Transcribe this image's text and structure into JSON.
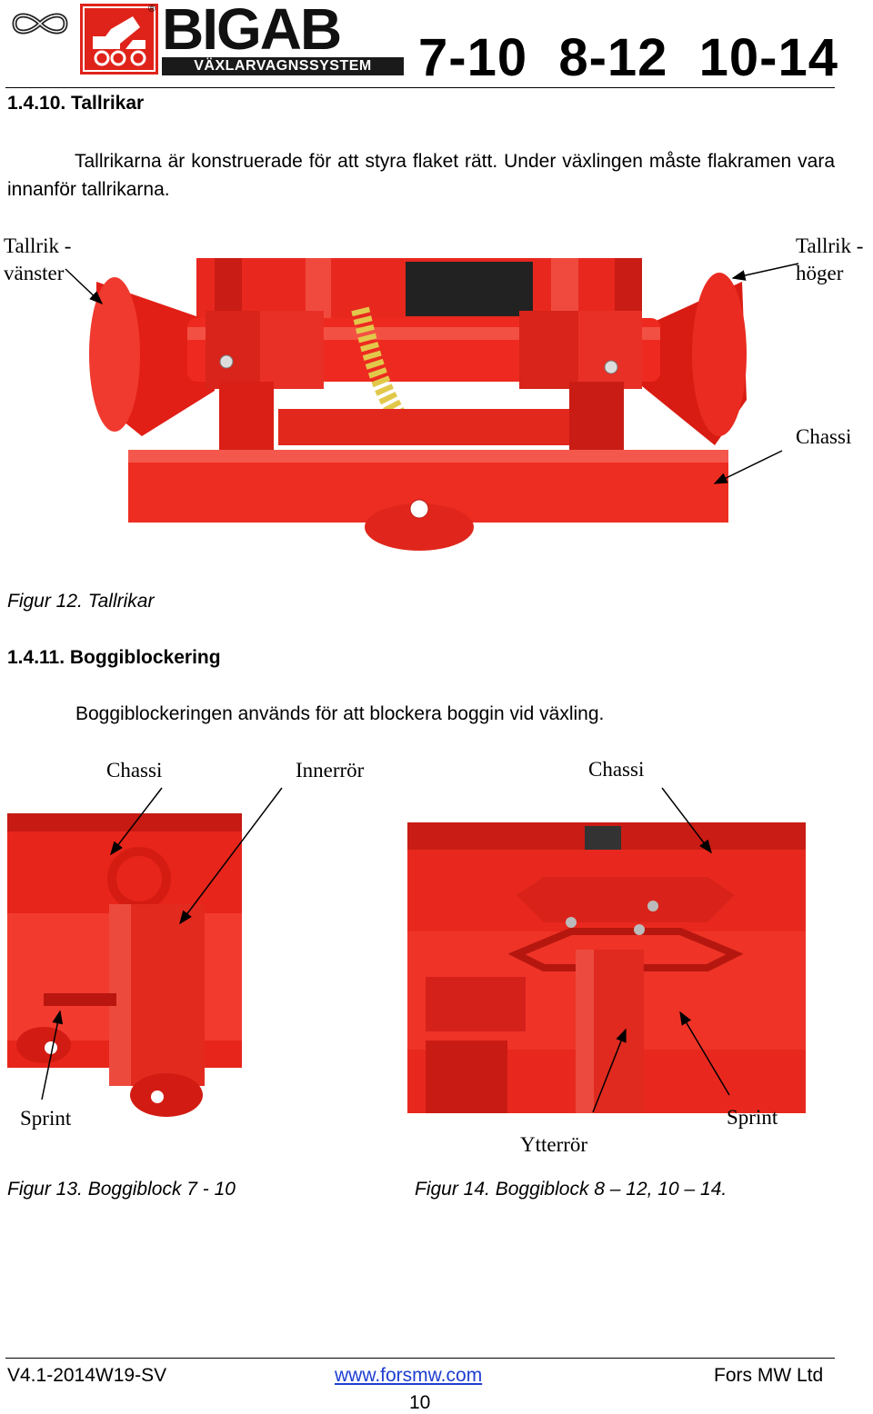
{
  "header": {
    "brand_name": "BIGAB",
    "brand_subtitle": "VÄXLARVAGNSSYSTEM",
    "registered_mark": "®",
    "models": "7-10  8-12  10-14",
    "colors": {
      "brand_red": "#e0231a",
      "dark_bar": "#1a1a1a"
    }
  },
  "section_1": {
    "heading": "1.4.10. Tallrikar",
    "paragraph": "Tallrikarna är konstruerade för att styra flaket rätt. Under växlingen måste flakramen vara innanför tallrikarna.",
    "figure": {
      "label_left": "Tallrik - vänster",
      "label_right": "Tallrik - höger",
      "label_chassi": "Chassi",
      "caption": "Figur 12. Tallrikar"
    }
  },
  "section_2": {
    "heading": "1.4.11. Boggiblockering",
    "paragraph": "Boggiblockeringen används för att blockera boggin vid växling.",
    "figure_13": {
      "label_chassi": "Chassi",
      "label_innerror": "Innerrör",
      "label_sprint": "Sprint",
      "caption": "Figur 13. Boggiblock 7 - 10"
    },
    "figure_14": {
      "label_chassi": "Chassi",
      "label_ytterror": "Ytterrör",
      "label_sprint": "Sprint",
      "caption": "Figur 14. Boggiblock 8 – 12, 10 – 14."
    }
  },
  "footer": {
    "version": "V4.1-2014W19-SV",
    "website": "www.forsmw.com",
    "company": "Fors MW Ltd",
    "page_number": "10"
  }
}
